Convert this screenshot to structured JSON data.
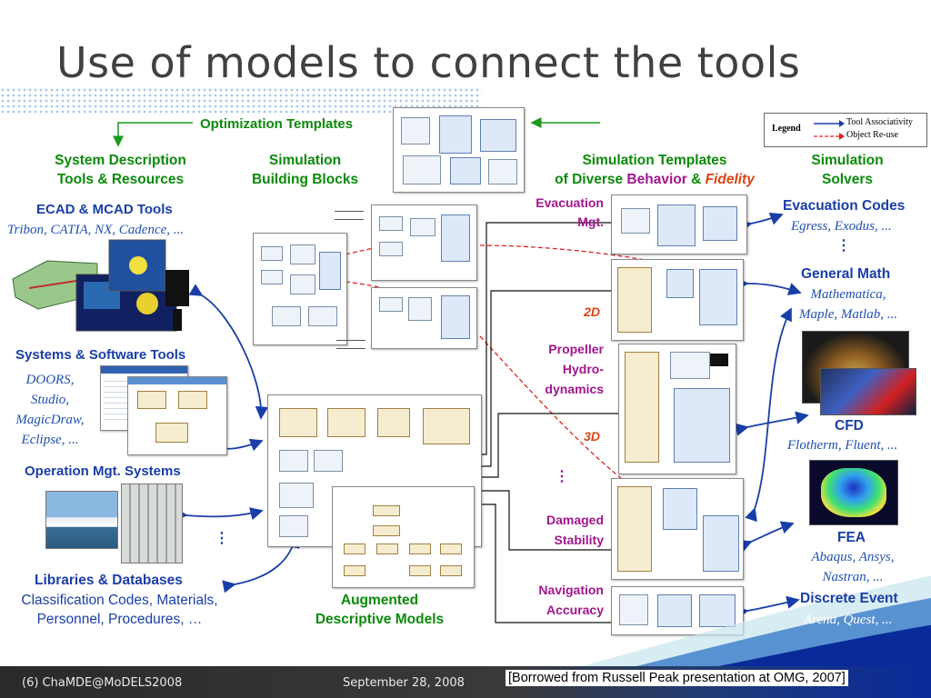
{
  "slide": {
    "title": "Use of models to connect the tools"
  },
  "labels": {
    "optimization_templates": "Optimization Templates",
    "system_description_1": "System Description",
    "system_description_2": "Tools & Resources",
    "sim_blocks_1": "Simulation",
    "sim_blocks_2": "Building Blocks",
    "sim_templates_1": "Simulation Templates",
    "sim_templates_2a": "of Diverse ",
    "sim_templates_2b": "Behavior",
    "sim_templates_2c": " & ",
    "sim_templates_2d": "Fidelity",
    "sim_solvers_1": "Simulation",
    "sim_solvers_2": "Solvers",
    "augmented_1": "Augmented",
    "augmented_2": "Descriptive Models"
  },
  "left_tools": {
    "ecad_title": "ECAD & MCAD Tools",
    "ecad_list": "Tribon, CATIA, NX, Cadence, ...",
    "systems_title": "Systems & Software Tools",
    "systems_list": [
      "DOORS,",
      "Studio,",
      "MagicDraw,",
      "Eclipse, ..."
    ],
    "operation_title": "Operation Mgt. Systems",
    "ellipsis": "⋮",
    "libraries_title": "Libraries & Databases",
    "libraries_list_1": "Classification Codes, Materials,",
    "libraries_list_2": "Personnel, Procedures, …"
  },
  "templates": {
    "evacuation": [
      "Evacuation",
      "Mgt."
    ],
    "twod": "2D",
    "propeller": [
      "Propeller",
      "Hydro-",
      "dynamics"
    ],
    "threed": "3D",
    "ellipsis": "⋮",
    "damaged": [
      "Damaged",
      "Stability"
    ],
    "navigation": [
      "Navigation",
      "Accuracy"
    ]
  },
  "solvers": {
    "evac_title": "Evacuation Codes",
    "evac_list": "Egress, Exodus, ...",
    "ellipsis": "⋮",
    "math_title": "General Math",
    "math_list_1": "Mathematica,",
    "math_list_2": "Maple, Matlab, ...",
    "cfd_title": "CFD",
    "cfd_list": "Flotherm, Fluent, ...",
    "fea_title": "FEA",
    "fea_list_1": "Abaqus, Ansys,",
    "fea_list_2": "Nastran, ...",
    "discrete_title": "Discrete Event",
    "discrete_list": "Arena, Quest, ..."
  },
  "legend": {
    "title": "Legend",
    "item1": "Tool Associativity",
    "item2": "Object Re-use"
  },
  "footer": {
    "left": "(6)   ChaMDE@MoDELS2008",
    "date": "September 28, 2008",
    "citation": "[Borrowed from Russell Peak presentation at OMG, 2007]"
  },
  "colors": {
    "green": "#0a8a0a",
    "blue": "#1a3ea8",
    "magenta": "#a0168c",
    "red": "#e04010",
    "arrow_blue": "#1a3ea8",
    "dashed_red": "#e02020"
  }
}
